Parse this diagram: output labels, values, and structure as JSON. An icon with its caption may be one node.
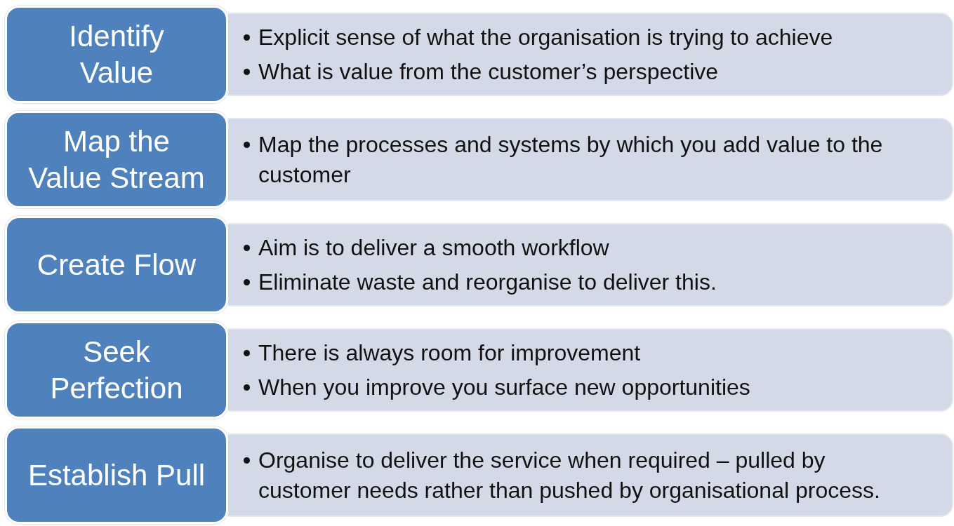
{
  "diagram": {
    "nodes": [
      {
        "text": [
          "Identify Value"
        ]
      },
      {
        "text": [
          "Explicit sense of what the organisation is trying to achieve",
          "What is value from the customer’s perspective"
        ]
      },
      {
        "text": [
          "Map the Value Stream"
        ]
      },
      {
        "text": [
          "Map the processes and systems by which you add value to the customer"
        ]
      },
      {
        "text": [
          "Create Flow"
        ]
      },
      {
        "text": [
          "Aim is to deliver a smooth workflow",
          "Eliminate waste and reorganise to deliver this."
        ]
      },
      {
        "text": [
          "Seek Perfection"
        ]
      },
      {
        "text": [
          "There is always room for improvement",
          "When you improve you surface new opportunities"
        ]
      },
      {
        "text": [
          "Establish Pull"
        ]
      },
      {
        "text": [
          "Organise to deliver the service when required – pulled by customer needs rather than pushed by organisational process."
        ]
      }
    ]
  }
}
